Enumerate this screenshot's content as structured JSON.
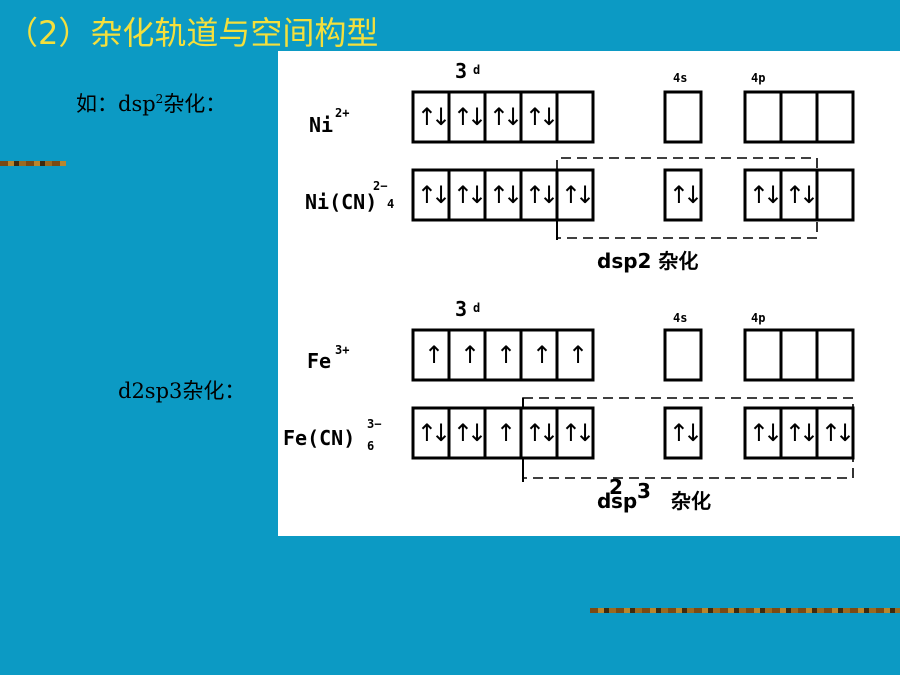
{
  "title": "（2）杂化轨道与空间构型",
  "labels": {
    "dsp2_prefix": "如：dsp",
    "dsp2_sup": "2",
    "dsp2_suffix": "杂化：",
    "d2sp3": "d2sp3杂化："
  },
  "diagram": {
    "heading_3d": "3",
    "heading_3d_sub": "d",
    "heading_4s": "4s",
    "heading_4p": "4p",
    "upper": {
      "ion_base": "Ni",
      "ion_charge": "2+",
      "complex_base": "Ni(CN)",
      "complex_charge": "2−",
      "complex_sub": "4",
      "hybrid_label": "dsp2  杂化",
      "ion_3d": [
        "↑↓",
        "↑↓",
        "↑↓",
        "↑↓",
        ""
      ],
      "ion_4s": [
        ""
      ],
      "ion_4p": [
        "",
        "",
        ""
      ],
      "complex_3d": [
        "↑↓",
        "↑↓",
        "↑↓",
        "↑↓",
        "↑↓"
      ],
      "complex_4s": [
        "↑↓"
      ],
      "complex_4p": [
        "↑↓",
        "↑↓",
        ""
      ]
    },
    "lower": {
      "ion_base": "Fe",
      "ion_charge": "3+",
      "complex_base": "Fe(CN)",
      "complex_charge": "3−",
      "complex_sub": "6",
      "hybrid_label_a": "d",
      "hybrid_label_sup": "2",
      "hybrid_label_b": "sp",
      "hybrid_label_sup2": "3",
      "hybrid_label_c": "杂化",
      "ion_3d": [
        "↑",
        "↑",
        "↑",
        "↑",
        "↑"
      ],
      "ion_4s": [
        ""
      ],
      "ion_4p": [
        "",
        "",
        ""
      ],
      "complex_3d": [
        "↑↓",
        "↑↓",
        "↑",
        "↑↓",
        "↑↓"
      ],
      "complex_4s": [
        "↑↓"
      ],
      "complex_4p": [
        "↑↓",
        "↑↓",
        "↑↓"
      ]
    }
  }
}
